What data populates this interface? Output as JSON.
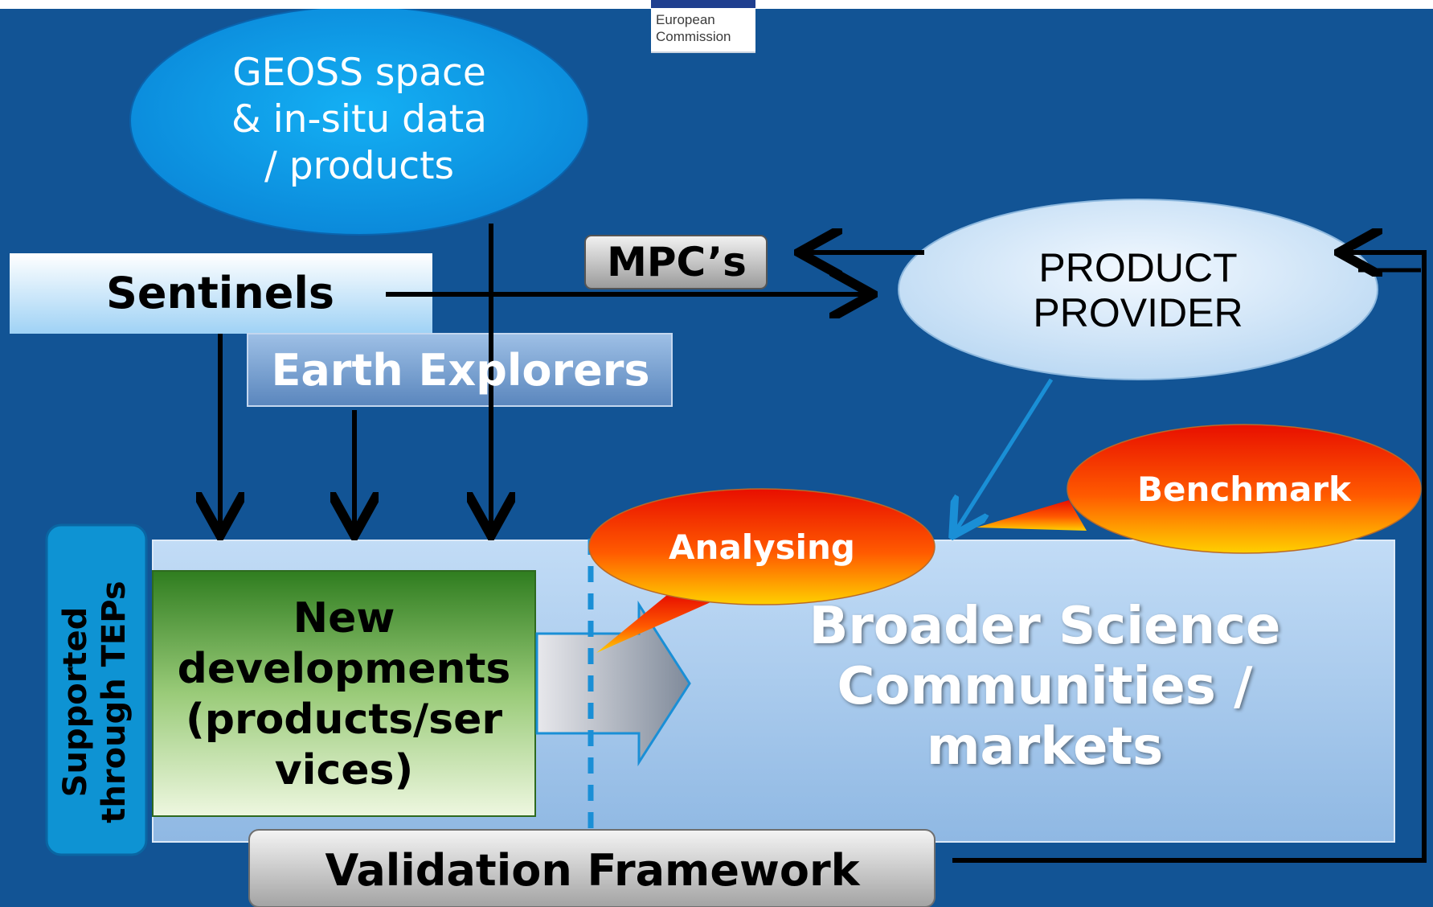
{
  "logo": {
    "line1": "European",
    "line2": "Commission"
  },
  "geoss": {
    "line1": "GEOSS space",
    "line2": "& in-situ data",
    "line3": "/ products"
  },
  "sentinels": "Sentinels",
  "earth_explorers": "Earth Explorers",
  "mpcs": "MPC’s",
  "product_provider": {
    "line1": "PRODUCT",
    "line2": "PROVIDER"
  },
  "benchmark": "Benchmark",
  "analysing": "Analysing",
  "teps": {
    "line1": "Supported",
    "line2": "through TEPs"
  },
  "new_developments": {
    "line1": "New",
    "line2": "developments",
    "line3": "(products/ser",
    "line4": "vices)"
  },
  "broader": {
    "line1": "Broader Science",
    "line2": "Communities /",
    "line3": "markets"
  },
  "validation": "Validation Framework",
  "colors": {
    "background": "#125495",
    "geoss_blue": "#0a9ae8",
    "sentinels_fill": "#d6ecfb",
    "explorers_fill": "#6f9bd0",
    "provider_fill": "#dcecf9",
    "green": "#4e9a36",
    "arrow_blue": "#1a8fd6"
  }
}
